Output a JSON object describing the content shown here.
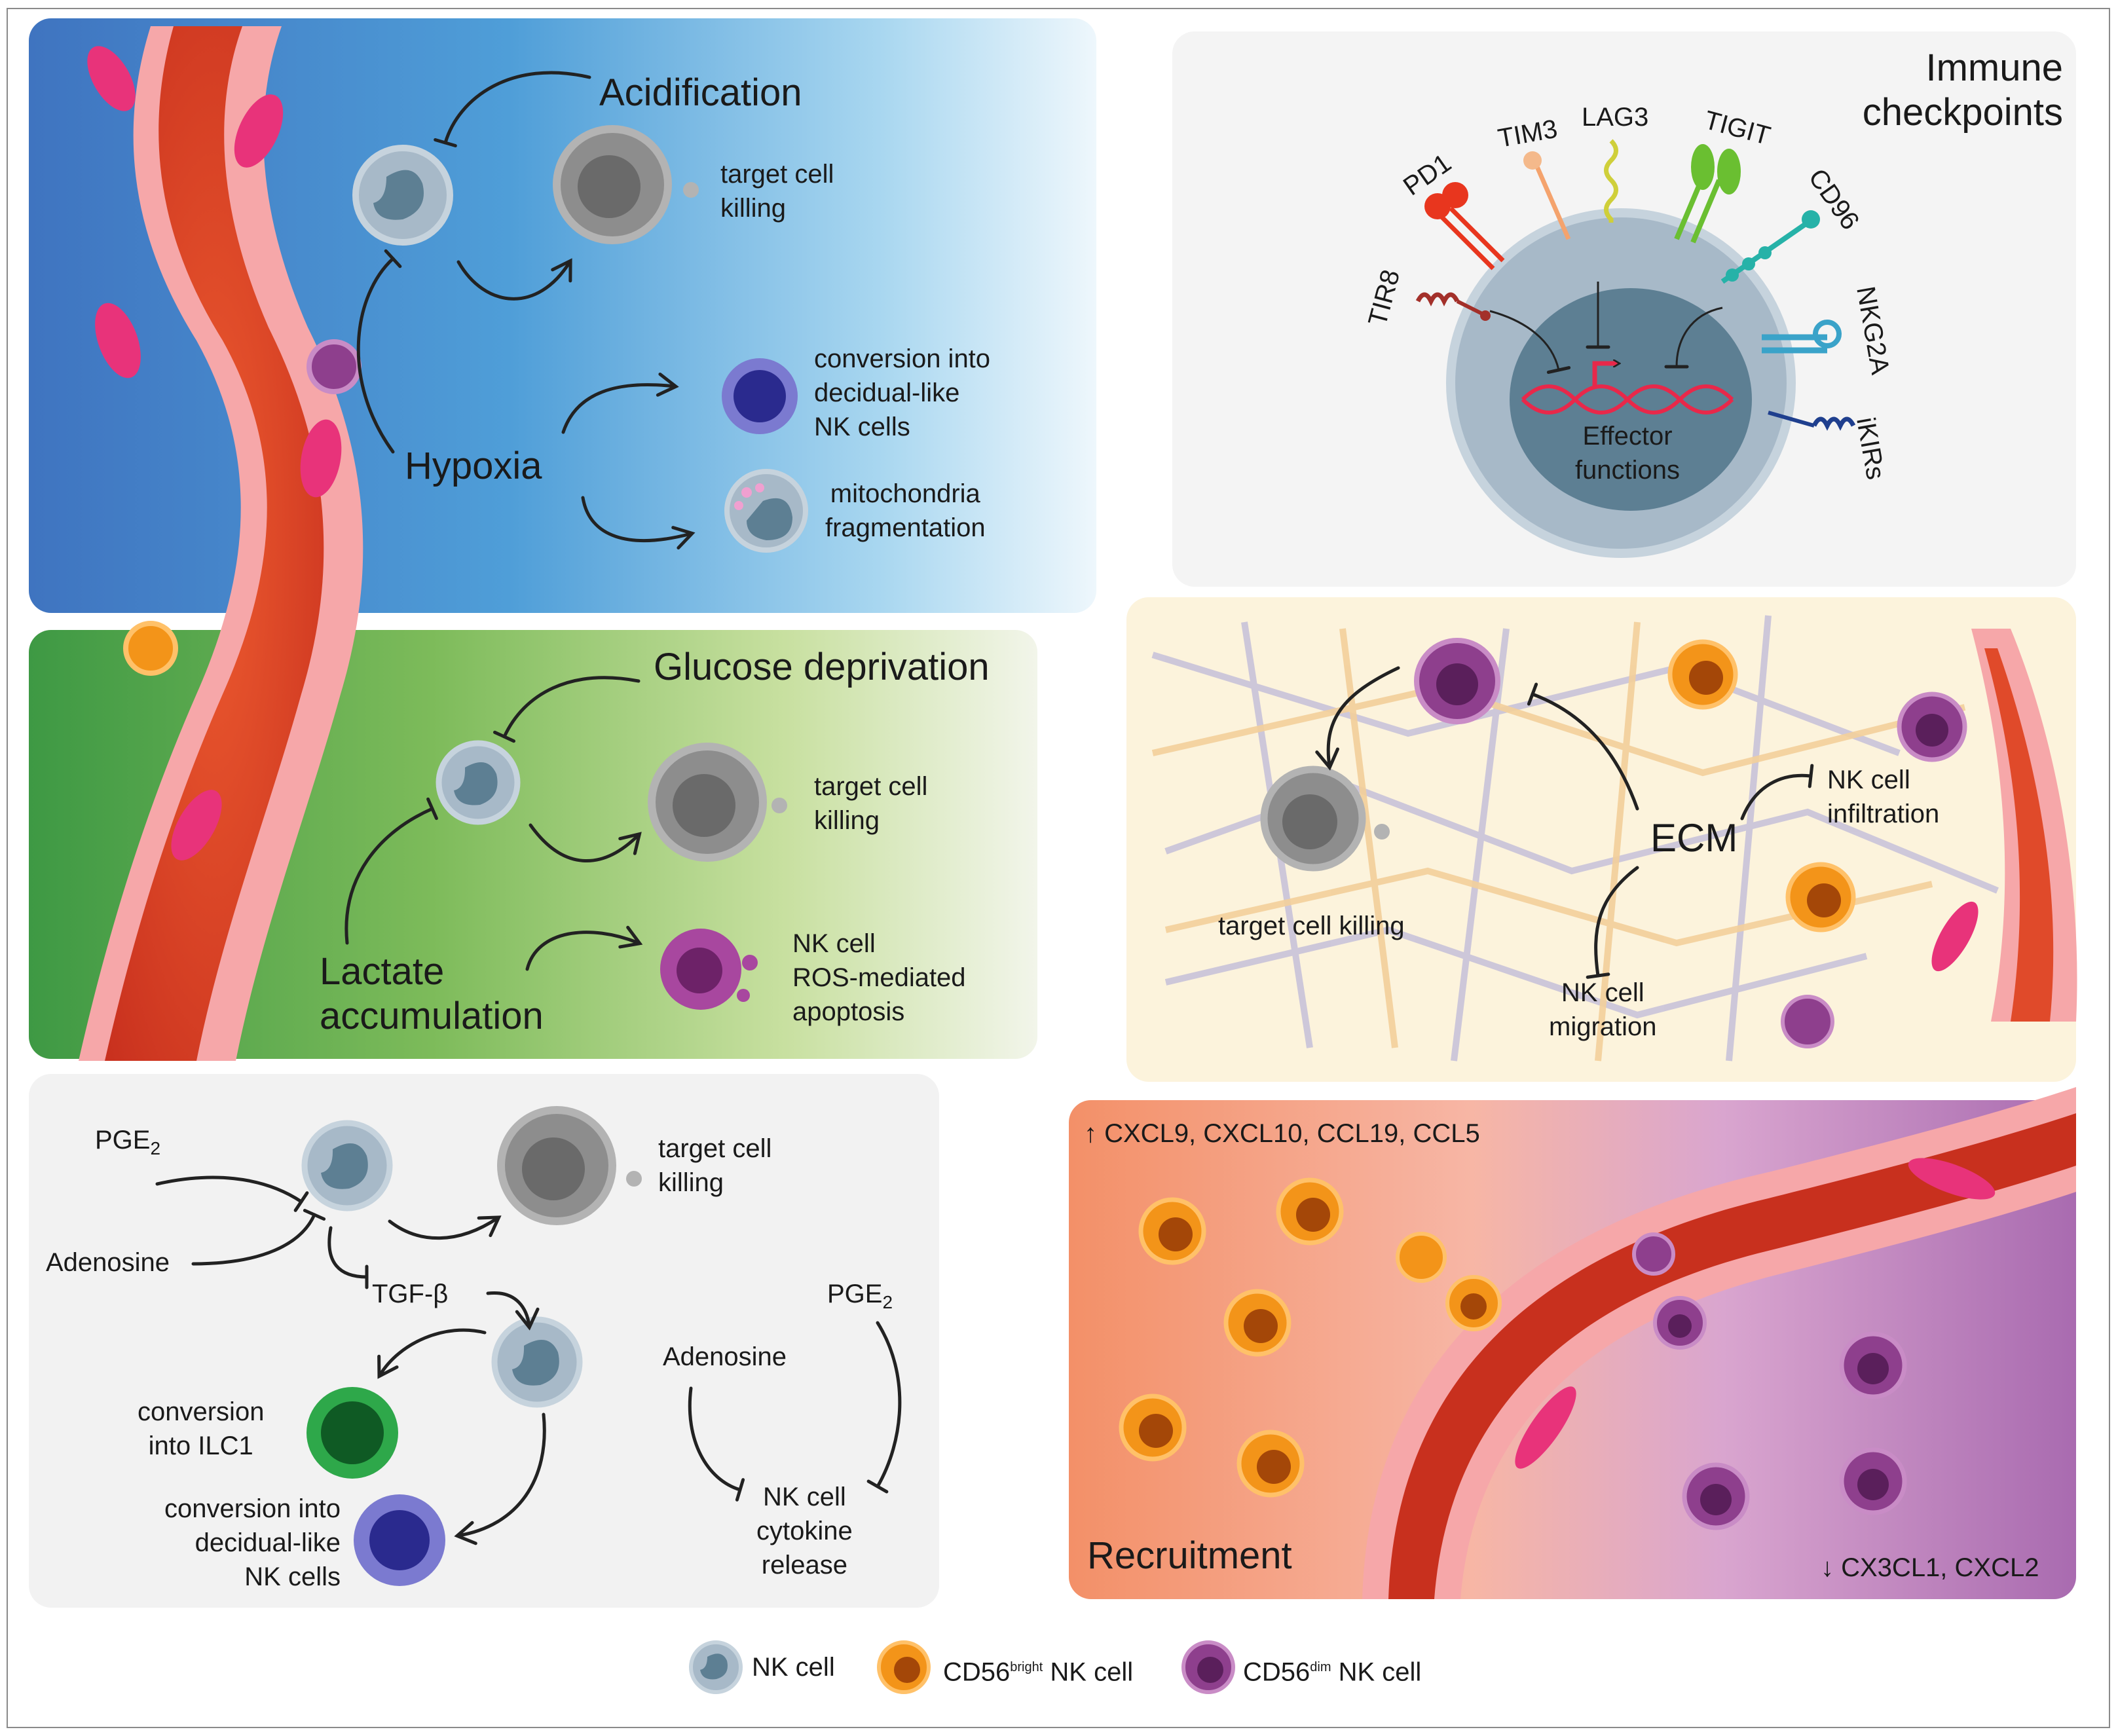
{
  "hypoxia_panel": {
    "acidification": "Acidification",
    "hypoxia": "Hypoxia",
    "killing_line1": "target cell",
    "killing_line2": "killing",
    "conversion_line1": "conversion into",
    "conversion_line2": "decidual-like",
    "conversion_line3": "NK cells",
    "mito_line1": "mitochondria",
    "mito_line2": "fragmentation"
  },
  "checkpoint_panel": {
    "title_line1": "Immune",
    "title_line2": "checkpoints",
    "receptors": [
      "PD1",
      "TIM3",
      "LAG3",
      "TIGIT",
      "CD96",
      "TIR8",
      "NKG2A",
      "iKIRs"
    ],
    "effector_line1": "Effector",
    "effector_line2": "functions"
  },
  "glucose_panel": {
    "glucose": "Glucose deprivation",
    "lactate_line1": "Lactate",
    "lactate_line2": "accumulation",
    "killing_line1": "target cell",
    "killing_line2": "killing",
    "ros_line1": "NK cell",
    "ros_line2": "ROS-mediated",
    "ros_line3": "apoptosis"
  },
  "ecm_panel": {
    "ecm": "ECM",
    "killing": "target cell killing",
    "infiltration_line1": "NK cell",
    "infiltration_line2": "infiltration",
    "migration_line1": "NK cell",
    "migration_line2": "migration"
  },
  "soluble_panel": {
    "pge2_left": "PGE",
    "pge2_sub": "2",
    "adenosine_left": "Adenosine",
    "tgfb": "TGF-β",
    "killing_line1": "target cell",
    "killing_line2": "killing",
    "ilc1_line1": "conversion",
    "ilc1_line2": "into ILC1",
    "decidual_line1": "conversion into",
    "decidual_line2": "decidual-like",
    "decidual_line3": "NK cells",
    "pge2_right": "PGE",
    "pge2_right_sub": "2",
    "adenosine_right": "Adenosine",
    "cytokine_line1": "NK cell",
    "cytokine_line2": "cytokine",
    "cytokine_line3": "release"
  },
  "recruitment_panel": {
    "up": "↑ CXCL9, CXCL10, CCL19, CCL5",
    "down": "↓ CX3CL1, CXCL2",
    "title": "Recruitment"
  },
  "legend": {
    "nk": "NK cell",
    "bright_pre": "CD56",
    "bright_sup": "bright",
    "bright_post": " NK cell",
    "dim_pre": "CD56",
    "dim_sup": "dim",
    "dim_post": " NK cell"
  },
  "colors": {
    "nk_cell": "#a7b9c8",
    "nk_nucleus": "#5d7f93",
    "bright": "#f39419",
    "bright_nucleus": "#a44708",
    "dim": "#8e3f8d",
    "dim_nucleus": "#5a1f5b",
    "target_cell": "#8d8d8d",
    "vessel": "#e04a2a",
    "vessel_skin": "#f6a7a9",
    "hypoxia_bg_from": "#3b78c5",
    "glucose_bg_from": "#3f9a45",
    "ecm_bg": "#fcf4dd",
    "recruitment_bg_from": "#f29067",
    "recruitment_bg_to": "#a56aa8",
    "decidual": "#2a2a8e",
    "ilc1": "#1e7a33"
  }
}
